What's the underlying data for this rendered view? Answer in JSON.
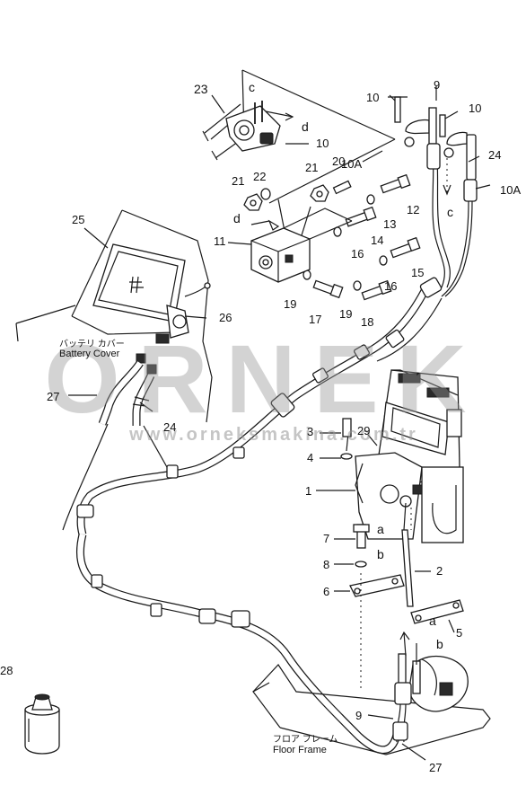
{
  "diagram": {
    "callouts": [
      {
        "id": "23",
        "text": "23"
      },
      {
        "id": "c-top",
        "text": "c"
      },
      {
        "id": "d-top",
        "text": "d"
      },
      {
        "id": "10-mid",
        "text": "10"
      },
      {
        "id": "10-a",
        "text": "10"
      },
      {
        "id": "9-top",
        "text": "9"
      },
      {
        "id": "10-b",
        "text": "10"
      },
      {
        "id": "24-right",
        "text": "24"
      },
      {
        "id": "10A-left",
        "text": "10A"
      },
      {
        "id": "10A-right",
        "text": "10A"
      },
      {
        "id": "c-right",
        "text": "c"
      },
      {
        "id": "21-a",
        "text": "21"
      },
      {
        "id": "22",
        "text": "22"
      },
      {
        "id": "21-b",
        "text": "21"
      },
      {
        "id": "20",
        "text": "20"
      },
      {
        "id": "12",
        "text": "12"
      },
      {
        "id": "13",
        "text": "13"
      },
      {
        "id": "14",
        "text": "14"
      },
      {
        "id": "d-left",
        "text": "d"
      },
      {
        "id": "11",
        "text": "11"
      },
      {
        "id": "16-a",
        "text": "16"
      },
      {
        "id": "16-b",
        "text": "16"
      },
      {
        "id": "15",
        "text": "15"
      },
      {
        "id": "19-a",
        "text": "19"
      },
      {
        "id": "17",
        "text": "17"
      },
      {
        "id": "19-b",
        "text": "19"
      },
      {
        "id": "18",
        "text": "18"
      },
      {
        "id": "25",
        "text": "25"
      },
      {
        "id": "26",
        "text": "26"
      },
      {
        "id": "27-left",
        "text": "27"
      },
      {
        "id": "24-left",
        "text": "24"
      },
      {
        "id": "3",
        "text": "3"
      },
      {
        "id": "29",
        "text": "29"
      },
      {
        "id": "4",
        "text": "4"
      },
      {
        "id": "1",
        "text": "1"
      },
      {
        "id": "a-mid",
        "text": "a"
      },
      {
        "id": "b-mid",
        "text": "b"
      },
      {
        "id": "7",
        "text": "7"
      },
      {
        "id": "8",
        "text": "8"
      },
      {
        "id": "2",
        "text": "2"
      },
      {
        "id": "6",
        "text": "6"
      },
      {
        "id": "5",
        "text": "5"
      },
      {
        "id": "a-low",
        "text": "a"
      },
      {
        "id": "b-low",
        "text": "b"
      },
      {
        "id": "28",
        "text": "28"
      },
      {
        "id": "9-low",
        "text": "9"
      },
      {
        "id": "27-bottom",
        "text": "27"
      }
    ],
    "notes": {
      "battery_jp": "バッテリ カバー",
      "battery_en": "Battery Cover",
      "floor_jp": "フロア フレーム",
      "floor_en": "Floor Frame"
    }
  },
  "watermark": {
    "brand": "ORNEK",
    "url": "www.orneksmakina.com.tr"
  }
}
